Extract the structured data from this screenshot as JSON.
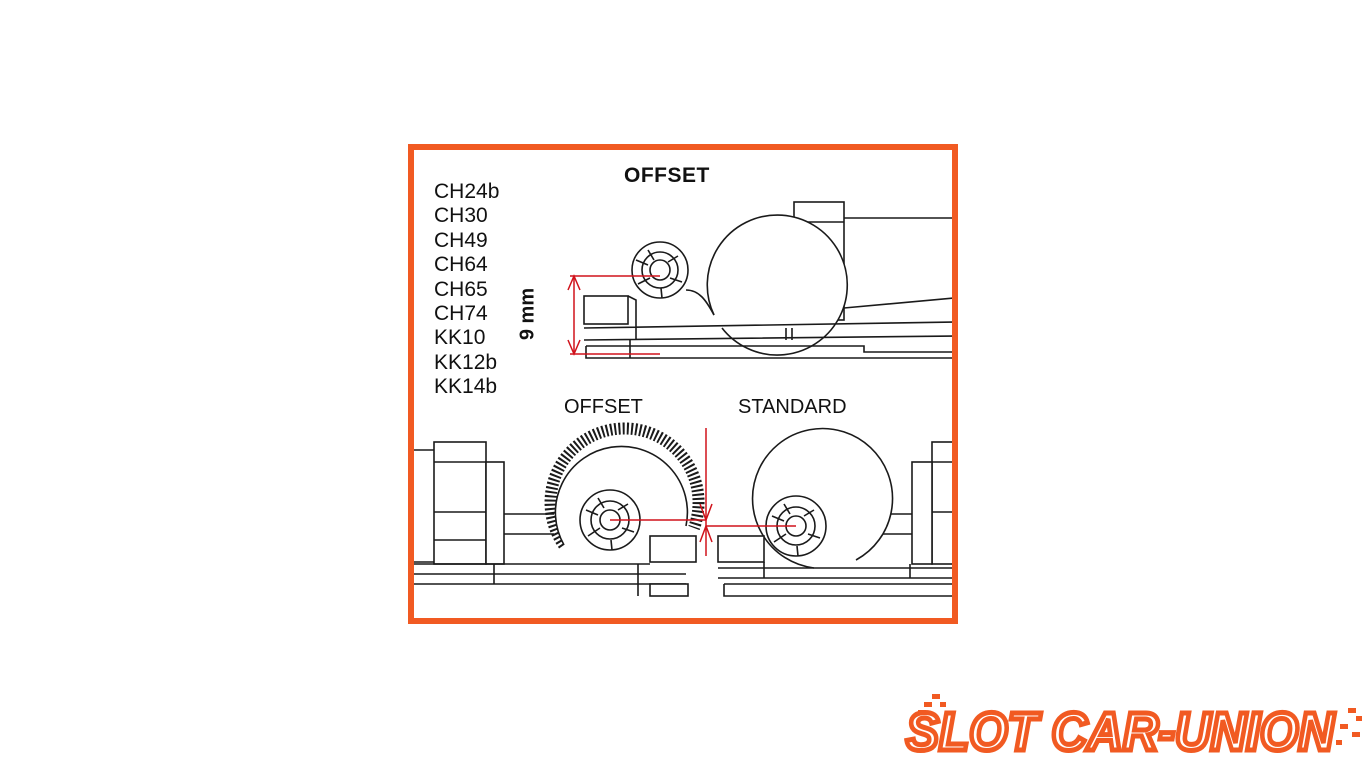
{
  "diagram": {
    "top_title": "OFFSET",
    "dimension_label": "9 mm",
    "reference_codes": [
      "CH24b",
      "CH30",
      "CH49",
      "CH64",
      "CH65",
      "CH74",
      "KK10",
      "KK12b",
      "KK14b"
    ],
    "bottom_left_label": "OFFSET",
    "bottom_right_label": "STANDARD"
  },
  "logo": {
    "text": "SLOT CAR-UNION"
  },
  "colors": {
    "frame": "#f15a22",
    "dimension_lines": "#d0121b",
    "line_art": "#1a1a1a",
    "logo": "#f15a22"
  }
}
